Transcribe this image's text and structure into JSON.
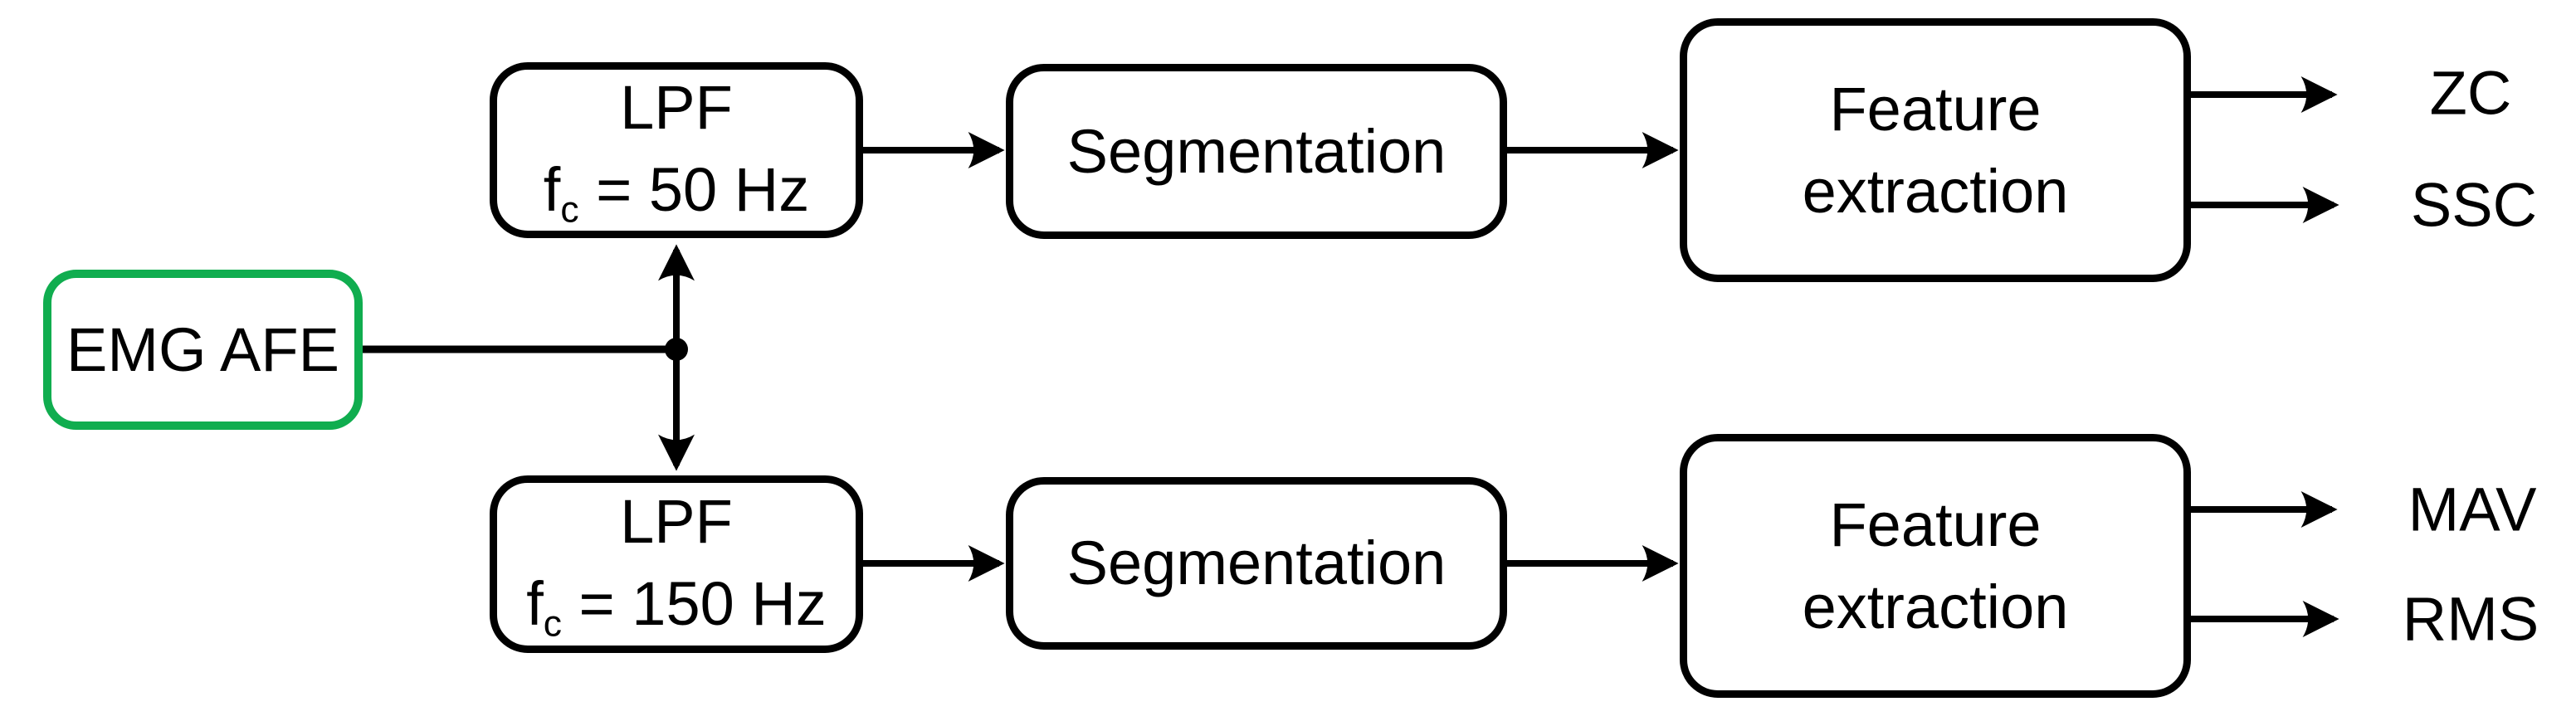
{
  "blocks": {
    "emg_afe": {
      "label": "EMG AFE"
    },
    "lpf_top": {
      "title": "LPF",
      "fc_symbol": "f",
      "fc_subscript": "c",
      "fc_value": " = 50 Hz"
    },
    "segmentation_top": {
      "label": "Segmentation"
    },
    "feature_extraction_top": {
      "line1": "Feature",
      "line2": "extraction"
    },
    "lpf_bottom": {
      "title": "LPF",
      "fc_symbol": "f",
      "fc_subscript": "c",
      "fc_value": " = 150 Hz"
    },
    "segmentation_bottom": {
      "label": "Segmentation"
    },
    "feature_extraction_bottom": {
      "line1": "Feature",
      "line2": "extraction"
    }
  },
  "outputs": {
    "zc": "ZC",
    "ssc": "SSC",
    "mav": "MAV",
    "rms": "RMS"
  },
  "colors": {
    "accent_green": "#10ad4f",
    "stroke": "#000000",
    "background": "#ffffff"
  }
}
